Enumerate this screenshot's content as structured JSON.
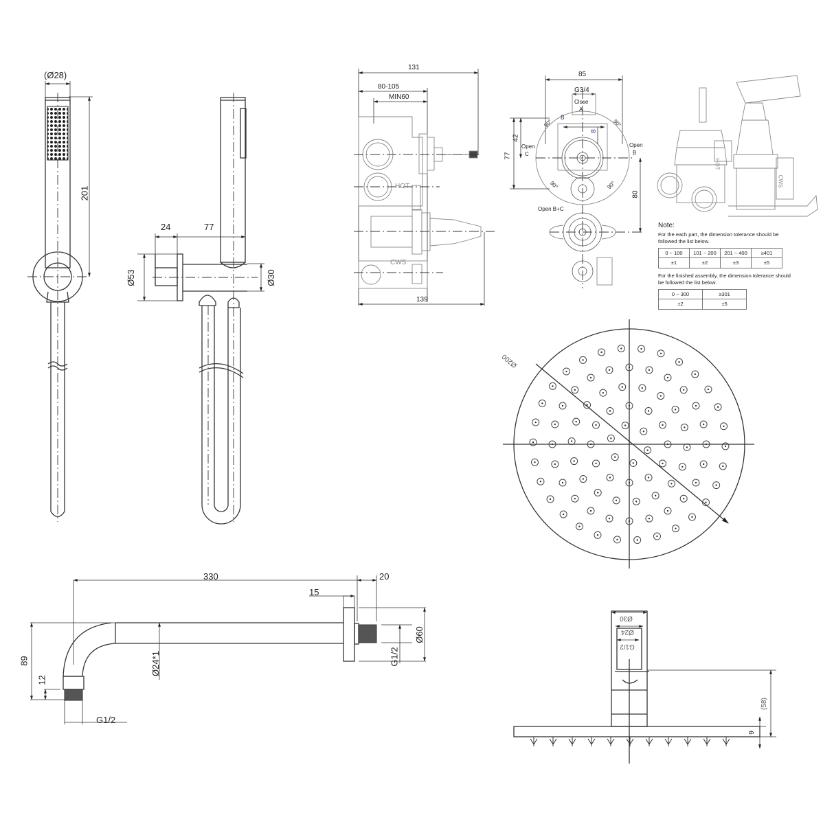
{
  "drawing": {
    "title": "Shower system technical drawing",
    "hand_shower": {
      "front": {
        "diameter": "(Ø28)",
        "length": "201"
      },
      "side": {
        "wall_depth": "24",
        "projection": "77",
        "outlet_diameter": "Ø53",
        "holder_diameter": "Ø30"
      }
    },
    "valve_side": {
      "overall_top": "131",
      "range": "80-105",
      "min_depth": "MIN60",
      "overall_bottom": "139",
      "label_hot": "HOT",
      "label_cws": "CWS"
    },
    "valve_front": {
      "width": "85",
      "thread": "G3/4",
      "close_label": "Close",
      "close_port": "A",
      "open_c_label": "Open",
      "open_c_port": "C",
      "open_b_label": "Open",
      "open_b_port": "B",
      "open_bc_label": "Open B+C",
      "angle_tl": "90°",
      "angle_tr": "90°",
      "angle_bl": "90°",
      "angle_br": "90°",
      "dim_42": "42",
      "dim_77": "77",
      "dim_80": "80",
      "blue_8a": "8",
      "blue_8b": "8"
    },
    "valve_iso": {
      "label_hot": "HOT",
      "label_cws": "CWS"
    },
    "note": {
      "title": "Note:",
      "part_text": "For the each part, the dimension tolerance should be followed the list below.",
      "part_table": {
        "ranges": [
          "0 ~ 100",
          "101 ~ 200",
          "201 ~ 400",
          "≥401"
        ],
        "tolerances": [
          "±1",
          "±2",
          "±3",
          "±5"
        ]
      },
      "assembly_text": "For the finished assembly, the dimension tolerance should be followed the list below.",
      "assembly_table": {
        "ranges": [
          "0 ~ 300",
          "≥301"
        ],
        "tolerances": [
          "±2",
          "±5"
        ]
      }
    },
    "shower_head_plan": {
      "diameter": "Ø200"
    },
    "shower_arm": {
      "length": "330",
      "flange_thickness": "15",
      "thread_length": "20",
      "drop": "89",
      "thread_height": "12",
      "pipe_diameter": "Ø24*1",
      "outlet_thread": "G1/2",
      "wall_thread": "G1/2",
      "flange_diameter": "Ø60"
    },
    "shower_head_side": {
      "connector_diameter": "Ø30",
      "pipe_diameter": "Ø24",
      "thread": "G1/2",
      "height": "(58)",
      "thickness": "9"
    }
  },
  "colors": {
    "line": "#333333",
    "annotation_blue": "#3a3a9a",
    "background": "#ffffff"
  }
}
